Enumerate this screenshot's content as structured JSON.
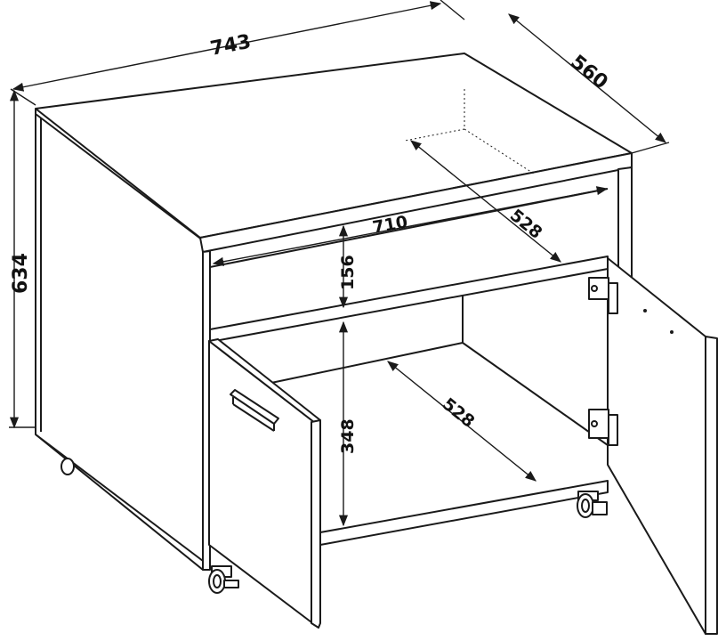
{
  "drawing": {
    "title": "Cabinet dimension drawing",
    "dimensions": {
      "width": "743",
      "depth": "560",
      "height": "634",
      "inner_width": "710",
      "inner_depth_top": "528",
      "top_opening_height": "156",
      "lower_opening_height": "348",
      "inner_depth_bottom": "528"
    }
  }
}
